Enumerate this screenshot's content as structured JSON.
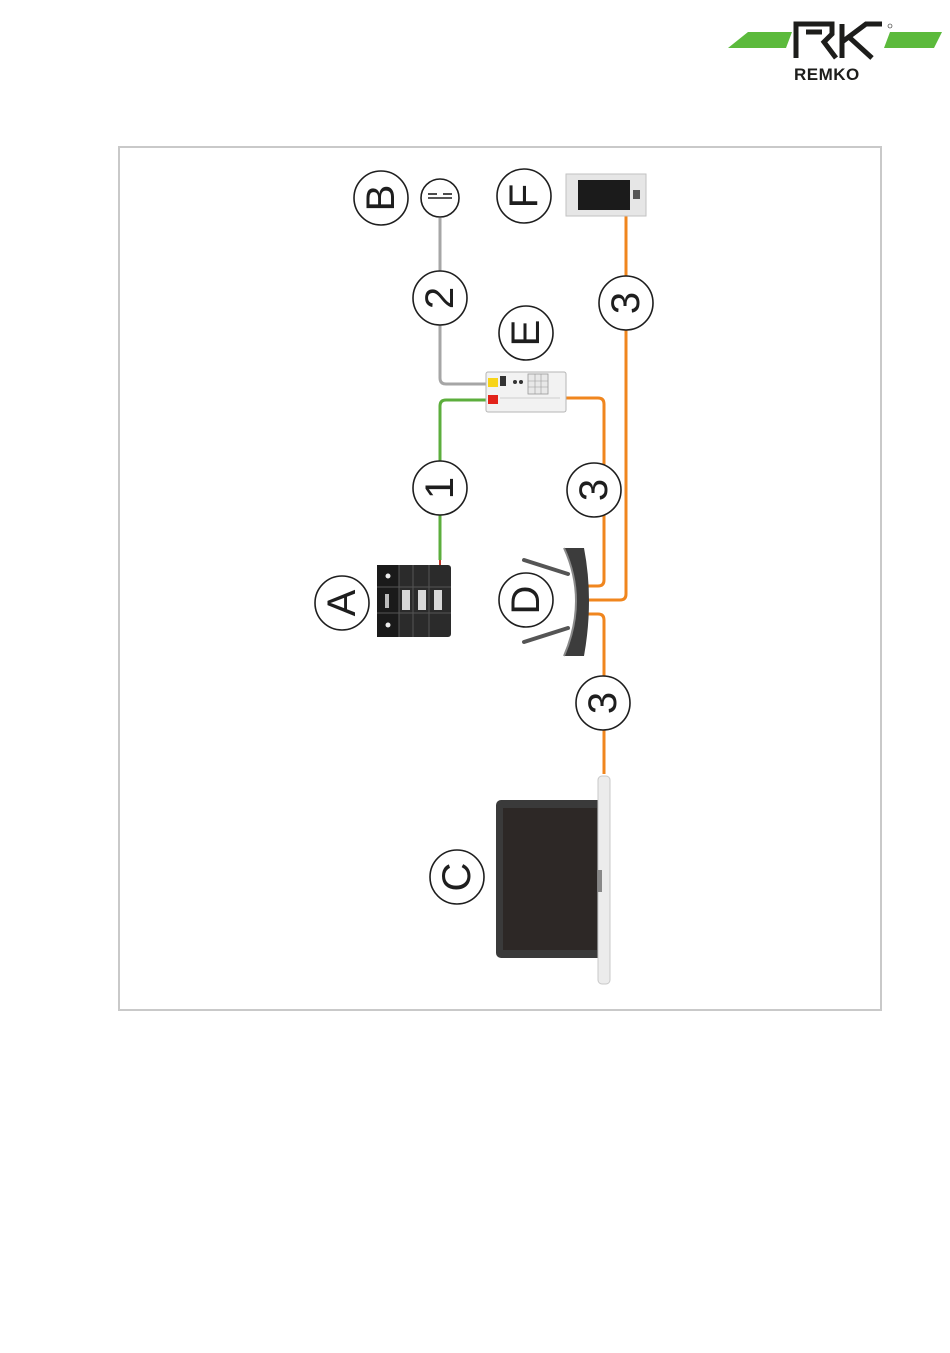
{
  "header": {
    "brand_name": "REMKO",
    "brand_colors": {
      "green": "#5cba3c",
      "dark": "#1d1d1b"
    }
  },
  "diagram": {
    "labels": {
      "A": "A",
      "B": "B",
      "C": "C",
      "D": "D",
      "E": "E",
      "F": "F"
    },
    "connections": {
      "c1": "1",
      "c2": "2",
      "c3a": "3",
      "c3b": "3",
      "c3c": "3"
    },
    "wire_colors": {
      "1": "#5cae3c",
      "2": "#a6a6a6",
      "3": "#f0861e"
    },
    "devices": {
      "A": "room-control-panel-icon",
      "B": "power-supply-icon",
      "C": "tablet-icon",
      "D": "router-icon",
      "E": "gateway-module-icon",
      "F": "touch-display-icon"
    }
  }
}
